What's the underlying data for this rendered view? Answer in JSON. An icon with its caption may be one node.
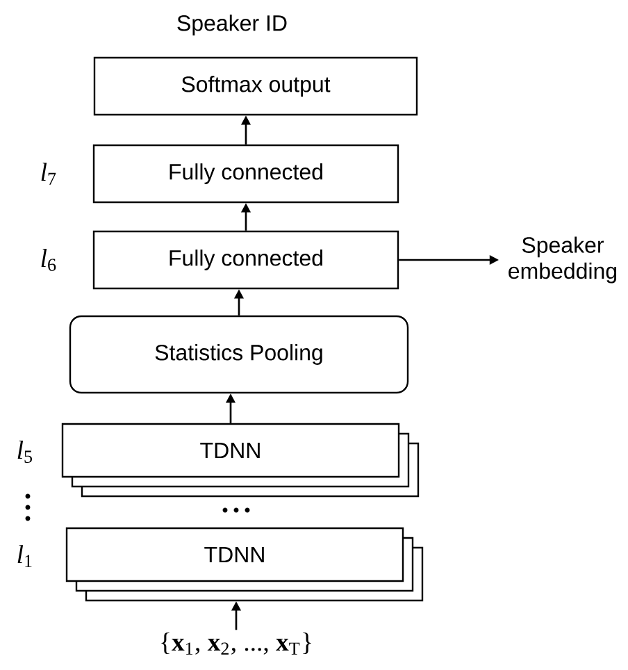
{
  "diagram": {
    "nodes": [
      {
        "text": [
          "Softmax output"
        ],
        "beside": [
          "Speaker ID"
        ]
      },
      {
        "text": [
          "Fully connected"
        ],
        "beside": [
          "*l*$_{7}$"
        ]
      },
      {
        "text": [
          "Fully connected"
        ],
        "beside": [
          "*l*$_{6}$"
        ]
      },
      {
        "text": [
          "Speaker embedding"
        ]
      },
      {
        "text": [
          "Statistics Pooling"
        ]
      },
      {
        "text": [
          "TDNN"
        ],
        "beside": [
          "*l*$_{5}$"
        ]
      },
      {
        "text": [
          "TDNN"
        ],
        "beside": [
          "*l*$_{1}$"
        ]
      },
      {
        "text": [
          "{**x**$_{1}$, **x**$_{2}$, ..., **x**$_{T}$}"
        ]
      }
    ],
    "edges": [
      {
        "from": 7,
        "to": 6,
        "arrow": "to"
      },
      {
        "from": 5,
        "to": 4,
        "arrow": "to"
      },
      {
        "from": 4,
        "to": 2,
        "arrow": "to"
      },
      {
        "from": 2,
        "to": 1,
        "arrow": "to"
      },
      {
        "from": 1,
        "to": 0,
        "arrow": "to"
      },
      {
        "from": 2,
        "to": 3,
        "arrow": "to"
      }
    ]
  }
}
